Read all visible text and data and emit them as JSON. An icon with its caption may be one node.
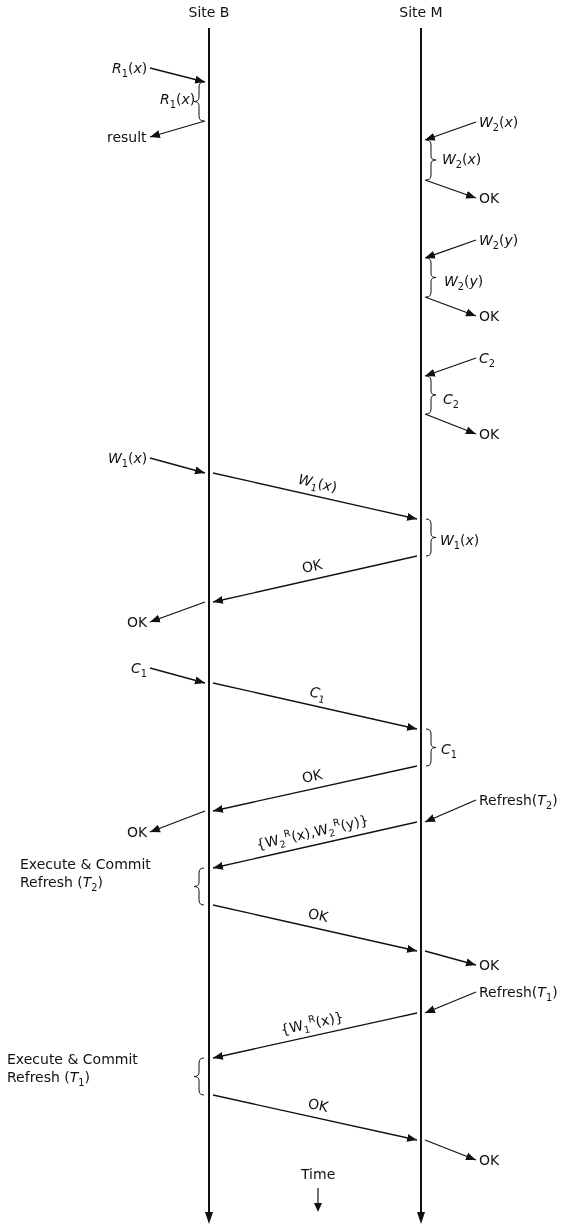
{
  "diagram": {
    "nodes": [
      {
        "text": [
          "Site B"
        ]
      },
      {
        "text": [
          "Site M"
        ]
      },
      {
        "text": [
          "*R*$_{1}$(*x*)"
        ]
      },
      {
        "text": [
          "result"
        ]
      },
      {
        "text": [
          "*W*$_{2}$(*x*)"
        ]
      },
      {
        "text": [
          "OK"
        ]
      },
      {
        "text": [
          "*W*$_{2}$(*y*)"
        ]
      },
      {
        "text": [
          "OK"
        ]
      },
      {
        "text": [
          "*C*$_{2}$"
        ]
      },
      {
        "text": [
          "OK"
        ]
      },
      {
        "text": [
          "*W*$_{1}$(*x*)"
        ]
      },
      {
        "text": [
          "OK"
        ]
      },
      {
        "text": [
          "*C*$_{1}$"
        ]
      },
      {
        "text": [
          "OK"
        ]
      },
      {
        "text": [
          "Refresh(*T*$_{2}$)"
        ]
      },
      {
        "text": [
          "OK"
        ]
      },
      {
        "text": [
          "Refresh(*T*$_{1}$)"
        ]
      },
      {
        "text": [
          "OK"
        ]
      }
    ],
    "edges": [
      {
        "from": 2,
        "to": 0,
        "arrow": "to"
      },
      {
        "from": 0,
        "to": 3,
        "arrow": "to"
      },
      {
        "from": 4,
        "to": 1,
        "arrow": "to"
      },
      {
        "from": 1,
        "to": 5,
        "arrow": "to"
      },
      {
        "from": 6,
        "to": 1,
        "arrow": "to"
      },
      {
        "from": 1,
        "to": 7,
        "arrow": "to"
      },
      {
        "from": 8,
        "to": 1,
        "arrow": "to"
      },
      {
        "from": 1,
        "to": 9,
        "arrow": "to"
      },
      {
        "from": 10,
        "to": 0,
        "arrow": "to"
      },
      {
        "from": 0,
        "to": 1,
        "arrow": "to",
        "label": "*W*$_{1}$(*x*)"
      },
      {
        "from": 1,
        "to": 0,
        "arrow": "to",
        "label": "OK"
      },
      {
        "from": 0,
        "to": 11,
        "arrow": "to"
      },
      {
        "from": 12,
        "to": 0,
        "arrow": "to"
      },
      {
        "from": 0,
        "to": 1,
        "arrow": "to",
        "label": "*C*$_{1}$"
      },
      {
        "from": 1,
        "to": 0,
        "arrow": "to",
        "label": "OK"
      },
      {
        "from": 0,
        "to": 13,
        "arrow": "to"
      },
      {
        "from": 14,
        "to": 1,
        "arrow": "to"
      },
      {
        "from": 1,
        "to": 0,
        "arrow": "to",
        "label": "{W$_{2}$$^{R}$(x),W$_{2}$$^{R}$(y)}"
      },
      {
        "from": 0,
        "to": 1,
        "arrow": "to",
        "label": "OK"
      },
      {
        "from": 1,
        "to": 15,
        "arrow": "to"
      },
      {
        "from": 16,
        "to": 1,
        "arrow": "to"
      },
      {
        "from": 1,
        "to": 0,
        "arrow": "to",
        "label": "{W$_{1}$$^{R}$(x)}"
      },
      {
        "from": 0,
        "to": 1,
        "arrow": "to",
        "label": "OK"
      },
      {
        "from": 1,
        "to": 17,
        "arrow": "to"
      }
    ],
    "labels": [
      "*R*$_{1}$(*x*)",
      "*W*$_{2}$(*x*)",
      "*W*$_{2}$(*y*)",
      "*C*$_{2}$",
      "*W*$_{1}$(*x*)",
      "*C*$_{1}$",
      "Execute & Commit Refresh (*T*$_{2}$)",
      "Execute & Commit Refresh (*T*$_{1}$)",
      "Time"
    ]
  }
}
